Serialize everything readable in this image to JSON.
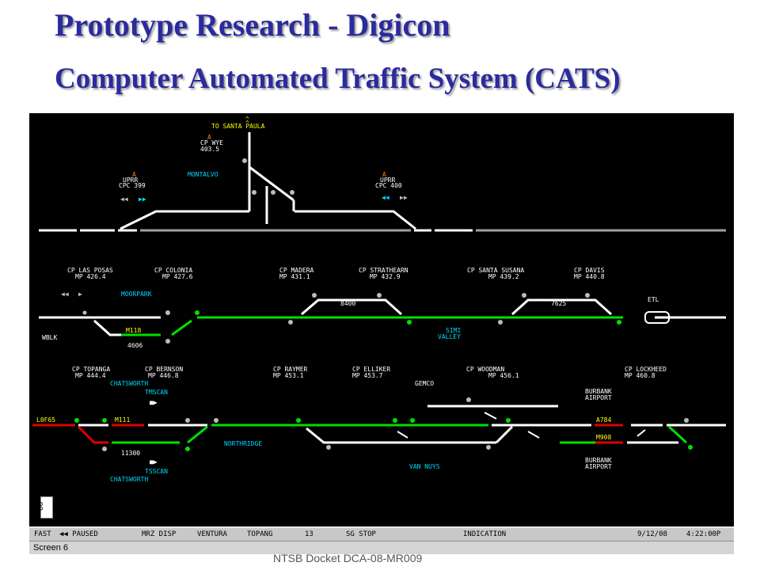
{
  "slide": {
    "title": "Prototype Research - Digicon",
    "subtitle": "Computer Automated Traffic  System (CATS)",
    "footer": "NTSB Docket DCA-08-MR009"
  },
  "colors": {
    "yellow": "#ffff00",
    "cyan": "#00d8ff",
    "green": "#00e000",
    "red": "#e00000",
    "white": "#ffffff",
    "gray": "#a0a0a0",
    "orange": "#ff8000"
  },
  "section1": {
    "to_santa_paula": "TO SANTA PAULA",
    "cp_wye_a": "A",
    "cp_wye_1": "CP WYE",
    "cp_wye_2": "403.5",
    "montalvo": "MONTALVO",
    "uprr1_a": "A",
    "uprr1_1": "UPRR",
    "uprr1_2": "CPC 399",
    "uprr2_a": "A",
    "uprr2_1": "UPRR",
    "uprr2_2": "CPC 400"
  },
  "section2": {
    "cp_las_posas_1": "CP LAS POSAS",
    "cp_las_posas_2": "MP 426.4",
    "cp_colonia_1": "CP COLONIA",
    "cp_colonia_2": "MP 427.6",
    "cp_madera_1": "CP MADERA",
    "cp_madera_2": "MP 431.1",
    "cp_strathearn_1": "CP STRATHEARN",
    "cp_strathearn_2": "MP 432.9",
    "cp_santa_susana_1": "CP SANTA SUSANA",
    "cp_santa_susana_2": "MP 439.2",
    "cp_davis_1": "CP DAVIS",
    "cp_davis_2": "MP 440.8",
    "moorpark": "MOORPARK",
    "m118": "M118",
    "train_4606": "4606",
    "train_8400": "8400",
    "train_7625": "7625",
    "etl": "ETL",
    "wblk": "WBLK",
    "simi_1": "SIMI",
    "simi_2": "VALLEY"
  },
  "section3": {
    "cp_topanga_1": "CP TOPANGA",
    "cp_topanga_2": "MP 444.4",
    "cp_bernson_1": "CP BERNSON",
    "cp_bernson_2": "MP 446.8",
    "cp_raymer_1": "CP RAYMER",
    "cp_raymer_2": "MP 453.1",
    "cp_elliker_1": "CP ELLIKER",
    "cp_elliker_2": "MP 453.7",
    "cp_woodman_1": "CP WOODMAN",
    "cp_woodman_2": "MP 456.1",
    "cp_lockheed_1": "CP LOCKHEED",
    "cp_lockheed_2": "MP 460.8",
    "chatsworth_top": "CHATSWORTH",
    "tmscan": "TMSCAN",
    "gemco": "GEMCO",
    "burbank_top_1": "BURBANK",
    "burbank_top_2": "AIRPORT",
    "l0f65": "L0F65",
    "m111": "M111",
    "train_11300": "11300",
    "northridge": "NORTHRIDGE",
    "tsscan": "TSSCAN",
    "chatsworth_bottom": "CHATSWORTH",
    "van_nuys": "VAN NUYS",
    "a784": "A784",
    "m908": "M908",
    "burbank_bot_1": "BURBANK",
    "burbank_bot_2": "AIRPORT"
  },
  "statusbar": {
    "fast": "FAST",
    "paused": "◀◀ PAUSED",
    "mrz": "MRZ DISP",
    "ventura": "VENTURA",
    "topang": "TOPANG",
    "num": "13",
    "sgstop": "SG STOP",
    "indication": "INDICATION",
    "date": "9/12/08",
    "time": "4:22:00P"
  },
  "screenbar": {
    "label": "Screen 6"
  },
  "sidebox": {
    "label": "06"
  }
}
